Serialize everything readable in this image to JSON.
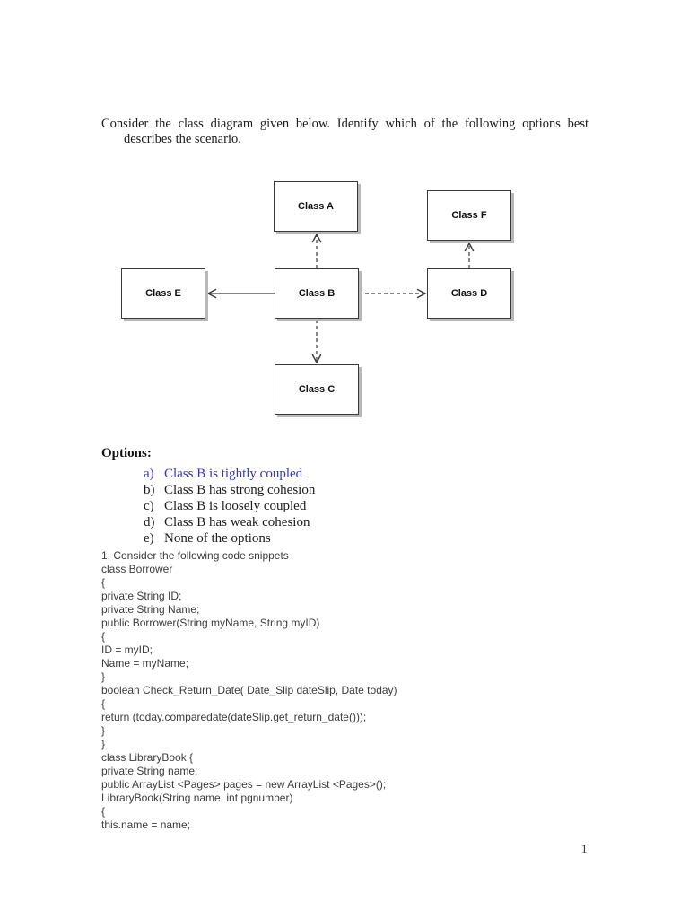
{
  "question": {
    "line1": "Consider the class diagram given below.  Identify which of the following options best",
    "line2": "describes the scenario.",
    "full_text": "Consider the class diagram given below.  Identify which of the following options best describes the scenario."
  },
  "diagram": {
    "boxes": [
      {
        "label": "Class A"
      },
      {
        "label": "Class F"
      },
      {
        "label": "Class E"
      },
      {
        "label": "Class B"
      },
      {
        "label": "Class D"
      },
      {
        "label": "Class C"
      }
    ],
    "relations": [
      {
        "from": "Class B",
        "to": "Class A",
        "line": "dashed",
        "arrowhead": "open"
      },
      {
        "from": "Class B",
        "to": "Class E",
        "line": "solid",
        "arrowhead": "open"
      },
      {
        "from": "Class B",
        "to": "Class D",
        "line": "dashed",
        "arrowhead": "open"
      },
      {
        "from": "Class B",
        "to": "Class C",
        "line": "dashed",
        "arrowhead": "open"
      },
      {
        "from": "Class D",
        "to": "Class F",
        "line": "dashed",
        "arrowhead": "open"
      }
    ]
  },
  "options": {
    "heading": "Options:",
    "highlight_color": "#3333cc",
    "items": [
      {
        "letter": "a)",
        "label": "Class B is tightly coupled",
        "highlighted": true
      },
      {
        "letter": "b)",
        "label": "Class B has strong cohesion",
        "highlighted": false
      },
      {
        "letter": "c)",
        "label": "Class B is loosely coupled",
        "highlighted": false
      },
      {
        "letter": "d)",
        "label": "Class B has weak cohesion",
        "highlighted": false
      },
      {
        "letter": "e)",
        "label": "None of the options",
        "highlighted": false
      }
    ]
  },
  "code": {
    "lines": [
      "1. Consider the following code snippets",
      "class Borrower",
      "{",
      "private String ID;",
      "private String Name;",
      "public Borrower(String myName, String myID)",
      "{",
      "ID = myID;",
      "Name = myName;",
      "}",
      "boolean Check_Return_Date( Date_Slip dateSlip, Date today)",
      "{",
      "return (today.comparedate(dateSlip.get_return_date()));",
      "}",
      "}",
      "class LibraryBook {",
      "private String name;",
      "public ArrayList <Pages> pages = new ArrayList <Pages>();",
      "LibraryBook(String name, int pgnumber)",
      "{",
      "this.name = name;"
    ]
  },
  "page": {
    "number": "1"
  }
}
